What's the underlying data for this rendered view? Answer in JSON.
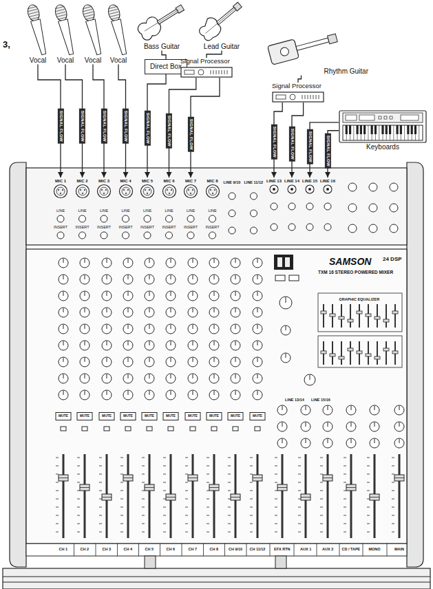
{
  "diagram": {
    "nodes": [
      {
        "text": [
          "Vocal"
        ]
      },
      {
        "text": [
          "Vocal"
        ]
      },
      {
        "text": [
          "Vocal"
        ]
      },
      {
        "text": [
          "Vocal"
        ]
      },
      {
        "text": [
          "Bass Guitar"
        ]
      },
      {
        "text": [
          "Lead Guitar"
        ]
      },
      {
        "text": [
          "Rhythm Guitar"
        ]
      },
      {
        "text": [
          "Direct Box"
        ]
      },
      {
        "text": [
          "Signal Processor"
        ]
      },
      {
        "text": [
          "Signal Processor"
        ]
      },
      {
        "text": [
          "Keyboards"
        ]
      },
      {
        "text": [
          "SAMSON",
          "TXM 16 STEREO POWERED MIXER"
        ]
      },
      {
        "text": [
          "MIC 1"
        ],
        "in": 11
      },
      {
        "text": [
          "MIC 2"
        ],
        "in": 11
      },
      {
        "text": [
          "MIC 3"
        ],
        "in": 11
      },
      {
        "text": [
          "MIC 4"
        ],
        "in": 11
      },
      {
        "text": [
          "MIC 5"
        ],
        "in": 11
      },
      {
        "text": [
          "MIC 6"
        ],
        "in": 11
      },
      {
        "text": [
          "MIC 7"
        ],
        "in": 11
      },
      {
        "text": [
          "MIC 8"
        ],
        "in": 11
      },
      {
        "text": [
          "LINE 13"
        ],
        "in": 11
      },
      {
        "text": [
          "LINE 14"
        ],
        "in": 11
      },
      {
        "text": [
          "LINE 15"
        ],
        "in": 11
      },
      {
        "text": [
          "LINE 16"
        ],
        "in": 11
      }
    ],
    "edges": [
      {
        "from": 0,
        "to": 12,
        "label": "SIGNAL FLOW",
        "arrow": "to"
      },
      {
        "from": 1,
        "to": 13,
        "label": "SIGNAL FLOW",
        "arrow": "to"
      },
      {
        "from": 2,
        "to": 14,
        "label": "SIGNAL FLOW",
        "arrow": "to"
      },
      {
        "from": 3,
        "to": 15,
        "label": "SIGNAL FLOW",
        "arrow": "to"
      },
      {
        "from": 4,
        "to": 7,
        "arrow": "none"
      },
      {
        "from": 7,
        "to": 16,
        "label": "SIGNAL FLOW",
        "arrow": "to"
      },
      {
        "from": 5,
        "to": 8,
        "arrow": "none"
      },
      {
        "from": 8,
        "to": 17,
        "label": "SIGNAL FLOW",
        "arrow": "to"
      },
      {
        "from": 8,
        "to": 18,
        "label": "SIGNAL FLOW",
        "arrow": "to"
      },
      {
        "from": 6,
        "to": 9,
        "arrow": "none"
      },
      {
        "from": 9,
        "to": 20,
        "label": "SIGNAL FLOW",
        "arrow": "to"
      },
      {
        "from": 9,
        "to": 21,
        "label": "SIGNAL FLOW",
        "arrow": "to"
      },
      {
        "from": 10,
        "to": 22,
        "label": "SIGNAL FLOW",
        "arrow": "to"
      },
      {
        "from": 10,
        "to": 23,
        "label": "SIGNAL FLOW",
        "arrow": "to"
      }
    ],
    "labels": [
      "3,",
      "LINE",
      "LINE",
      "LINE",
      "LINE",
      "LINE",
      "LINE",
      "LINE",
      "LINE",
      "INSERT",
      "INSERT",
      "INSERT",
      "INSERT",
      "INSERT",
      "INSERT",
      "INSERT",
      "INSERT",
      "LINE 9/10",
      "LINE 11/12",
      "24 DSP",
      "GRAPHIC EQUALIZER",
      "MUTE",
      "MUTE",
      "MUTE",
      "MUTE",
      "MUTE",
      "MUTE",
      "MUTE",
      "MUTE",
      "MUTE",
      "MUTE",
      "LINE 13/14",
      "LINE 15/16",
      "CH 1",
      "CH 2",
      "CH 3",
      "CH 4",
      "CH 5",
      "CH 6",
      "CH 7",
      "CH 8",
      "CH 9/10",
      "CH 11/12",
      "EFX RTN",
      "AUX 1",
      "AUX 2",
      "CD / TAPE",
      "MONO",
      "MAIN"
    ]
  }
}
